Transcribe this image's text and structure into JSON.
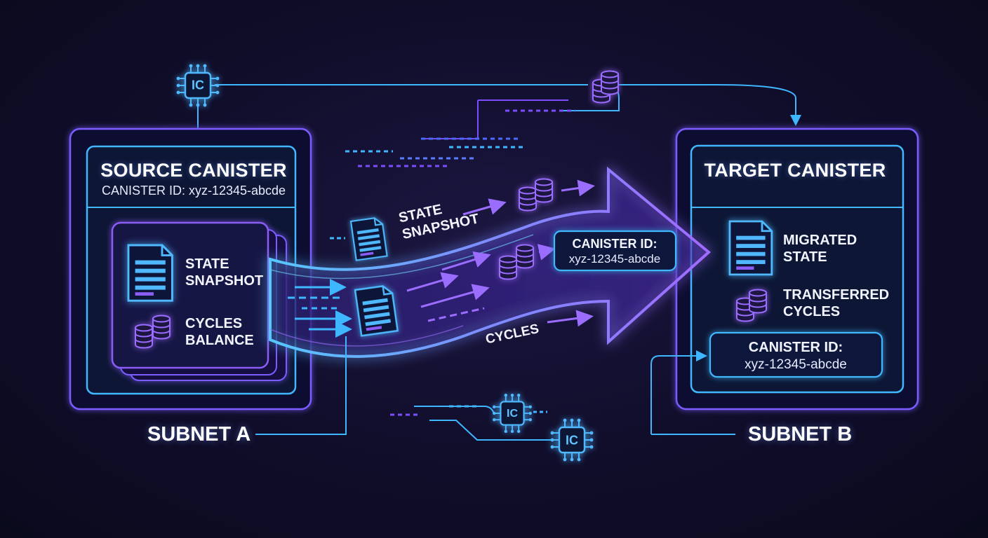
{
  "source": {
    "title": "SOURCE CANISTER",
    "canister_id": "CANISTER ID: xyz-12345-abcde",
    "items": [
      {
        "label": "STATE\nSNAPSHOT",
        "icon": "document-icon"
      },
      {
        "label": "CYCLES\nBALANCE",
        "icon": "coins-icon"
      }
    ]
  },
  "target": {
    "title": "TARGET CANISTER",
    "items": [
      {
        "label": "MIGRATED\nSTATE",
        "icon": "document-icon"
      },
      {
        "label": "TRANSFERRED\nCYCLES",
        "icon": "coins-icon"
      }
    ],
    "canister_id_label": "CANISTER ID:",
    "canister_id_value": "xyz-12345-abcde"
  },
  "flow": {
    "state_label": "STATE\nSNAPSHOT",
    "cycles_label": "CYCLES",
    "id_badge_label": "CANISTER ID:",
    "id_badge_value": "xyz-12345-abcde"
  },
  "subnets": {
    "a": "SUBNET A",
    "b": "SUBNET B"
  },
  "chips": {
    "label": "IC"
  },
  "colors": {
    "cyan": "#3fb7ff",
    "violet": "#8b5cf6",
    "background": "#100d2a"
  }
}
